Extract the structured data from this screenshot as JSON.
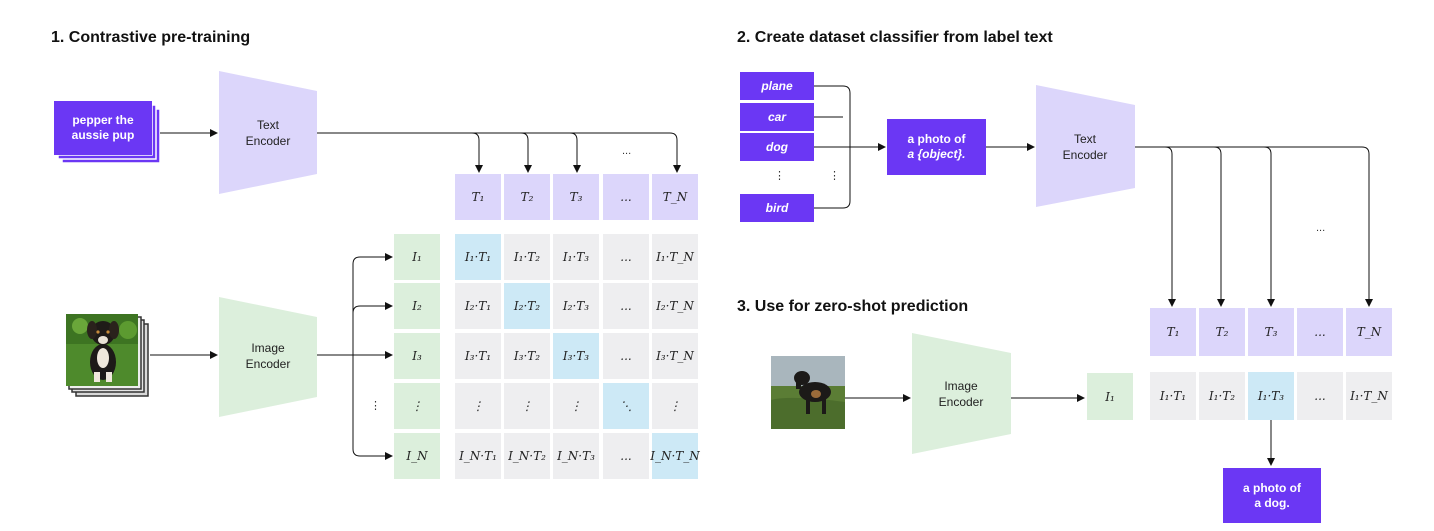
{
  "titles": {
    "s1": "1. Contrastive pre-training",
    "s2": "2. Create dataset classifier from label text",
    "s3": "3. Use for zero-shot prediction"
  },
  "text_input": {
    "line1": "pepper the",
    "line2": "aussie pup"
  },
  "encoders": {
    "text_line1": "Text",
    "text_line2": "Encoder",
    "image_line1": "Image",
    "image_line2": "Encoder"
  },
  "labels": [
    "plane",
    "car",
    "dog",
    "⋮",
    "bird"
  ],
  "template": {
    "line1": "a photo of",
    "line2": "a {object}."
  },
  "prediction": {
    "line1": "a photo of",
    "line2": "a dog."
  },
  "text_features": [
    "T₁",
    "T₂",
    "T₃",
    "...",
    "T_N"
  ],
  "image_features": [
    "I₁",
    "I₂",
    "I₃",
    "⋮",
    "I_N"
  ],
  "matrix": [
    [
      "I₁·T₁",
      "I₁·T₂",
      "I₁·T₃",
      "...",
      "I₁·T_N"
    ],
    [
      "I₂·T₁",
      "I₂·T₂",
      "I₂·T₃",
      "...",
      "I₂·T_N"
    ],
    [
      "I₃·T₁",
      "I₃·T₂",
      "I₃·T₃",
      "...",
      "I₃·T_N"
    ],
    [
      "⋮",
      "⋮",
      "⋮",
      "⋱",
      "⋮"
    ],
    [
      "I_N·T₁",
      "I_N·T₂",
      "I_N·T₃",
      "...",
      "I_N·T_N"
    ]
  ],
  "zero_shot_row": [
    "I₁·T₁",
    "I₁·T₂",
    "I₁·T₃",
    "...",
    "I₁·T_N"
  ],
  "zero_shot_image_feature": "I₁",
  "dots": {
    "ellipsis": "...",
    "vertical": "⋮"
  },
  "colors": {
    "text_encoder": "#dcd6fb",
    "image_encoder": "#dcefdc",
    "label_card": "#6b37f4",
    "diagonal": "#cde9f6",
    "cell": "#eeeef0"
  }
}
